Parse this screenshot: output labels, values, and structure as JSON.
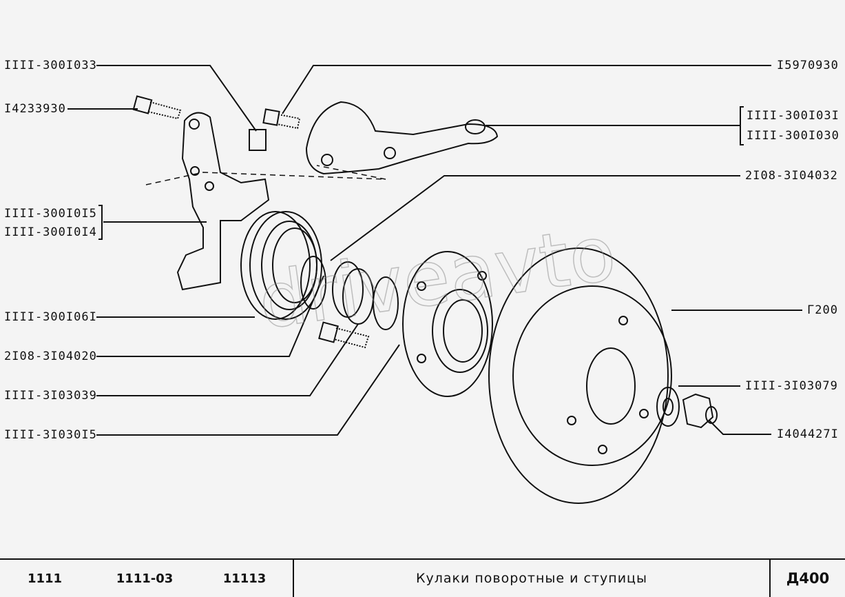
{
  "labels_left": [
    "IIII-300I033",
    "I4233930",
    "IIII-300I0I5",
    "IIII-300I0I4",
    "IIII-300I06I",
    "2I08-3I04020",
    "IIII-3I03039",
    "IIII-3I030I5"
  ],
  "labels_right": [
    "I5970930",
    "IIII-300I03I",
    "IIII-300I030",
    "2I08-3I04032",
    "Г200",
    "IIII-3I03079",
    "I404427I"
  ],
  "watermark": "driveavto",
  "footer": {
    "models": [
      "1111",
      "1111-03",
      "11113"
    ],
    "title": "Кулаки поворотные и ступицы",
    "code": "Д400"
  }
}
